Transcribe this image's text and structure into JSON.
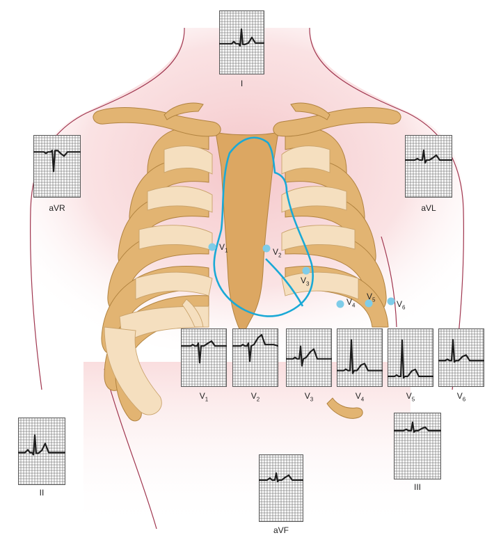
{
  "leads": [
    {
      "id": "I",
      "name": "I",
      "sub": ""
    },
    {
      "id": "aVR",
      "name": "aVR",
      "sub": ""
    },
    {
      "id": "aVL",
      "name": "aVL",
      "sub": ""
    },
    {
      "id": "II",
      "name": "II",
      "sub": ""
    },
    {
      "id": "III",
      "name": "III",
      "sub": ""
    },
    {
      "id": "aVF",
      "name": "aVF",
      "sub": ""
    },
    {
      "id": "V1",
      "name": "V",
      "sub": "1"
    },
    {
      "id": "V2",
      "name": "V",
      "sub": "2"
    },
    {
      "id": "V3",
      "name": "V",
      "sub": "3"
    },
    {
      "id": "V4",
      "name": "V",
      "sub": "4"
    },
    {
      "id": "V5",
      "name": "V",
      "sub": "5"
    },
    {
      "id": "V6",
      "name": "V",
      "sub": "6"
    }
  ],
  "electrodes": [
    {
      "id": "V1",
      "name": "V",
      "sub": "1"
    },
    {
      "id": "V2",
      "name": "V",
      "sub": "2"
    },
    {
      "id": "V3",
      "name": "V",
      "sub": "3"
    },
    {
      "id": "V4",
      "name": "V",
      "sub": "4"
    },
    {
      "id": "V5",
      "name": "V",
      "sub": "5"
    },
    {
      "id": "V6",
      "name": "V",
      "sub": "6"
    }
  ],
  "colors": {
    "skin_outline": "#a0364f",
    "skin_shade": "#f6cccf",
    "bone": "#e2b472",
    "bone_light": "#f5dfbf",
    "bone_outline": "#b0823f",
    "heart_outline": "#1aa9d6",
    "electrode": "#7fcce8",
    "ecg_grid": "#5a5a5a",
    "ecg_trace": "#1c1c1c"
  }
}
